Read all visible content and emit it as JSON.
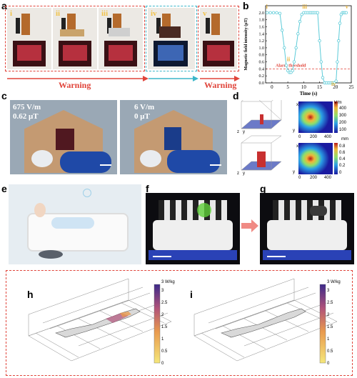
{
  "panel_labels": {
    "a": "a",
    "b": "b",
    "c": "c",
    "d": "d",
    "e": "e",
    "f": "f",
    "g": "g",
    "h": "h",
    "i": "i"
  },
  "panel_a": {
    "roman": [
      "i",
      "ii",
      "iii",
      "iv",
      "v"
    ],
    "warning_left": "Warning",
    "warning_right": "Warning"
  },
  "panel_c": {
    "left_line1": "675 V/m",
    "left_line2": "0.62 μT",
    "right_line1": "6 V/m",
    "right_line2": "0 μT"
  },
  "panel_d": {
    "unit_top": "V/m",
    "unit_bottom": "mm",
    "x_ticks": [
      "0",
      "200",
      "400"
    ],
    "cb_top": [
      "400",
      "300",
      "200",
      "100"
    ],
    "cb_bottom": [
      "0.8",
      "0.6",
      "0.4",
      "0.2",
      "0"
    ],
    "axis_y": "y",
    "axis_x": "x",
    "axis_z": "z"
  },
  "panel_h": {
    "cb_label": "3 W/kg",
    "cb_ticks": [
      "3",
      "2.5",
      "2",
      "1.5",
      "1",
      "0.5",
      "0"
    ]
  },
  "panel_i": {
    "cb_label": "3 W/kg",
    "cb_ticks": [
      "3",
      "2.5",
      "2",
      "1.5",
      "1",
      "0.5",
      "0"
    ]
  },
  "chart_data": {
    "type": "line",
    "xlabel": "Time (s)",
    "ylabel": "Magnetic field intensity (μT)",
    "xlim": [
      -2,
      25
    ],
    "ylim": [
      0,
      2.2
    ],
    "x_ticks": [
      0,
      5,
      10,
      15,
      20,
      25
    ],
    "y_ticks": [
      0.0,
      0.2,
      0.4,
      0.6,
      0.8,
      1.0,
      1.2,
      1.4,
      1.6,
      1.8,
      2.0
    ],
    "threshold": {
      "value": 0.4,
      "label": "Alarm threshold",
      "color": "#e0443a"
    },
    "series_color": "#5ccbd8",
    "region_labels": [
      {
        "text": "i",
        "x": -1.6,
        "y": 2.12
      },
      {
        "text": "ii",
        "x": 5.2,
        "y": 0.62
      },
      {
        "text": "iii",
        "x": 10.3,
        "y": 2.12
      },
      {
        "text": "iv",
        "x": 19.4,
        "y": -0.08
      },
      {
        "text": "v",
        "x": 23.6,
        "y": 2.12
      }
    ],
    "x": [
      -1.5,
      -0.5,
      0.5,
      1.5,
      2.5,
      3.2,
      3.9,
      4.5,
      5.0,
      5.5,
      6.0,
      6.5,
      7.0,
      7.6,
      8.2,
      8.8,
      9.4,
      10.0,
      10.6,
      11.2,
      11.8,
      12.3,
      12.8,
      13.3,
      13.9,
      14.4,
      15.0,
      15.5,
      16.0,
      16.6,
      17.2,
      17.8,
      18.4,
      19.0,
      19.6,
      20.2,
      20.6,
      21.0,
      21.4,
      21.8,
      22.2,
      22.6,
      23.0,
      23.4
    ],
    "y": [
      2.0,
      2.0,
      2.0,
      2.0,
      1.98,
      1.5,
      1.0,
      0.5,
      0.35,
      0.3,
      0.3,
      0.35,
      0.6,
      1.0,
      1.4,
      1.75,
      1.95,
      2.0,
      2.0,
      2.0,
      2.0,
      2.0,
      2.0,
      2.0,
      2.0,
      2.0,
      1.2,
      0.6,
      0.15,
      0.0,
      0.0,
      0.0,
      0.0,
      0.0,
      0.0,
      0.05,
      0.6,
      1.2,
      1.7,
      1.95,
      2.0,
      2.0,
      2.0,
      2.0
    ]
  }
}
